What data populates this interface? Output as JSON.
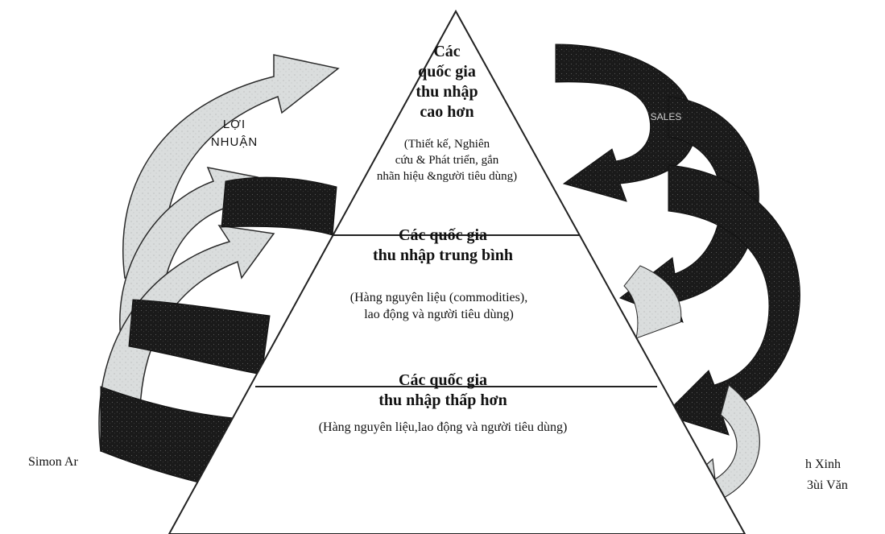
{
  "pyramid": {
    "top": {
      "title_lines": [
        "Các",
        "quốc gia",
        "thu nhập",
        "cao hơn"
      ],
      "desc_lines": [
        "(Thiết kế, Nghiên",
        "cứu & Phát triển, gắn",
        "nhãn hiệu &người tiêu dùng)"
      ]
    },
    "middle": {
      "title_lines": [
        "Các quốc gia",
        "thu nhập trung bình"
      ],
      "desc_lines": [
        "(Hàng nguyên liệu (commodities),",
        "lao động và người tiêu dùng)"
      ]
    },
    "bottom": {
      "title_lines": [
        "Các quốc gia",
        "thu nhập thấp hơn"
      ],
      "desc_lines": [
        "(Hàng nguyên liệu,lao động và người tiêu dùng)"
      ]
    }
  },
  "arrows": {
    "left_label_lines": [
      "LỢI",
      "NHUẬN"
    ],
    "right_label": "SALES"
  },
  "footer": {
    "left": "Simon Ar",
    "right_line1": "h Xinh",
    "right_line2": "3ùi Văn"
  },
  "colors": {
    "dark_arrow": "#1c1c1c",
    "light_arrow": "#d9dcdc",
    "outline": "#2a2a2a"
  }
}
